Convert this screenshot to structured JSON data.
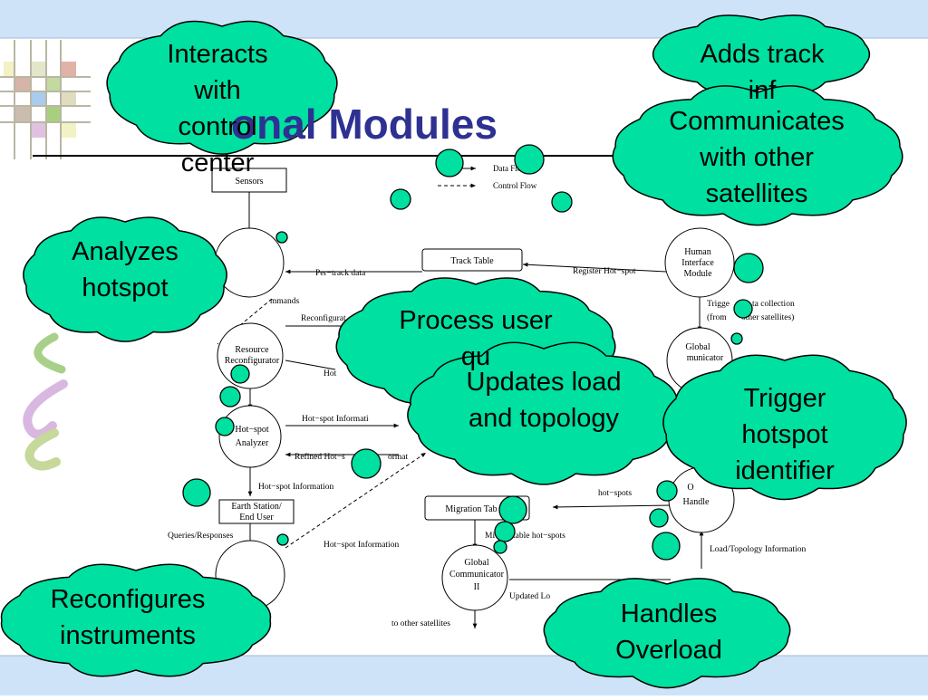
{
  "slide": {
    "title": "onal Modules"
  },
  "diagram": {
    "nodes": {
      "sensors": "Sensors",
      "track_table": "Track Table",
      "human_interface": [
        "Human",
        "Interface",
        "Module"
      ],
      "global_comm_top": [
        "Global",
        "municator"
      ],
      "resource_reconfig": [
        "Resource",
        "Reconfigurator"
      ],
      "hotspot_analyzer": [
        "Hot−spot",
        "Analyzer"
      ],
      "earth_station": [
        "Earth Station/",
        "End User"
      ],
      "migration_table": "Migration Tab",
      "global_comm_bottom": [
        "Global",
        "Communicator",
        "II"
      ],
      "overload_handler": [
        "O",
        "Handle"
      ]
    },
    "legend": {
      "data_flow": "Data Flo",
      "control_flow": "Control Flow"
    },
    "edges": {
      "per_track": "Per−track data",
      "register_hotspot": "Register Hot−spot",
      "commands": "mmands",
      "reconfiguration": "Reconfigurat",
      "hot_short": "Hot",
      "hotspot_info_1": "Hot−spot Informati",
      "refined_hotspot": "Refined Hot−s",
      "refined_tail": "ormat",
      "hotspot_info_2": "Hot−spot Information",
      "queries": "Queries/Responses",
      "hotspot_info_3": "Hot−spot Information",
      "trigger": "Trigge",
      "trigger_tail": "ta collection",
      "from_sats": "(from",
      "from_tail": "other satellites)",
      "migratable": "Mi",
      "migratable_tail": "table hot−spots",
      "hotspots_tail": "hot−spots",
      "load_topology": "Load/Topology Information",
      "updated_lo": "Updated Lo",
      "to_other": "to other satellites"
    }
  },
  "bubbles": {
    "interacts": [
      "Interacts",
      "with",
      "control",
      "center"
    ],
    "adds_track": [
      "Adds track",
      "inf"
    ],
    "communicates": [
      "Communicates",
      "with other",
      "satellites"
    ],
    "analyzes": [
      "Analyzes",
      "hotspot"
    ],
    "process_user": [
      "Process user",
      "qu"
    ],
    "updates_load": [
      "Updates load",
      "and topology"
    ],
    "trigger_hotspot": [
      "Trigger",
      "hotspot",
      "identifier"
    ],
    "reconfigures": [
      "Reconfigures",
      "instruments"
    ],
    "handles_overload": [
      "Handles",
      "Overload"
    ]
  },
  "colors": {
    "bubble_fill": "#00e0a0",
    "bubble_stroke": "#000000",
    "title": "#2e3192",
    "band": "#cfe3f8",
    "grid_line": "#b9b7a4"
  }
}
